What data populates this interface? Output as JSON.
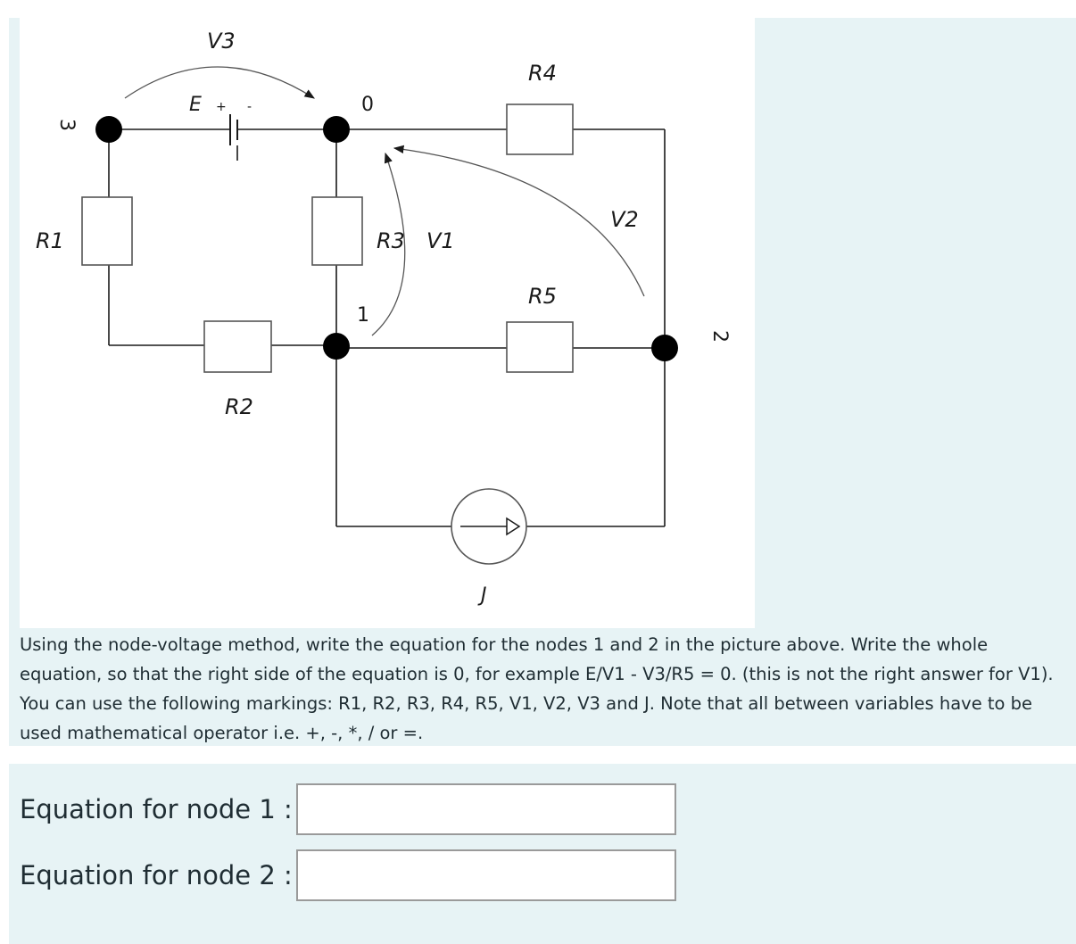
{
  "circuit": {
    "labels": {
      "v3": "V3",
      "e": "E",
      "e_plus": "+",
      "e_minus": "-",
      "node_0": "0",
      "r4": "R4",
      "node_3": "3",
      "r1": "R1",
      "r3": "R3",
      "v1": "V1",
      "v2": "V2",
      "r5": "R5",
      "node_1": "1",
      "node_2": "2",
      "r2": "R2",
      "j": "J"
    }
  },
  "question": {
    "text": "Using the node-voltage method, write the equation for the nodes 1 and 2 in the picture above. Write the whole equation, so that the right side of the equation is 0, for example E/V1 - V3/R5 = 0. (this is not the right answer for V1). You can use the following markings: R1, R2, R3, R4, R5, V1, V2, V3 and J. Note that all between variables have to be used mathematical operator i.e. +, -, *, / or =."
  },
  "answers": {
    "node1": {
      "label": "Equation for node 1 :",
      "value": ""
    },
    "node2": {
      "label": "Equation for node 2 :",
      "value": ""
    }
  },
  "colors": {
    "panel": "#e7f3f5",
    "wire": "#1a1a1a",
    "resistor_border": "#555555"
  }
}
